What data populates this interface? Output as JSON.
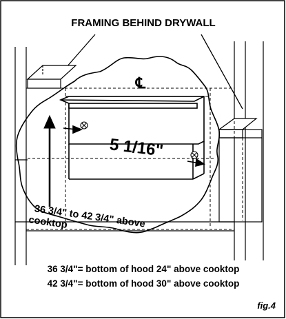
{
  "figure": {
    "title": "FRAMING BEHIND DRYWALL",
    "centerline_symbol": "℄",
    "width_dimension": "5 1/16\"",
    "height_label_line1": "36 3/4\" to 42 3/4\" above",
    "height_label_line2": "cooktop",
    "caption_line1": "36 3/4\"= bottom of hood 24\" above cooktop",
    "caption_line2": "42 3/4\"= bottom of hood 30\" above cooktop",
    "figure_number": "fig.4"
  }
}
